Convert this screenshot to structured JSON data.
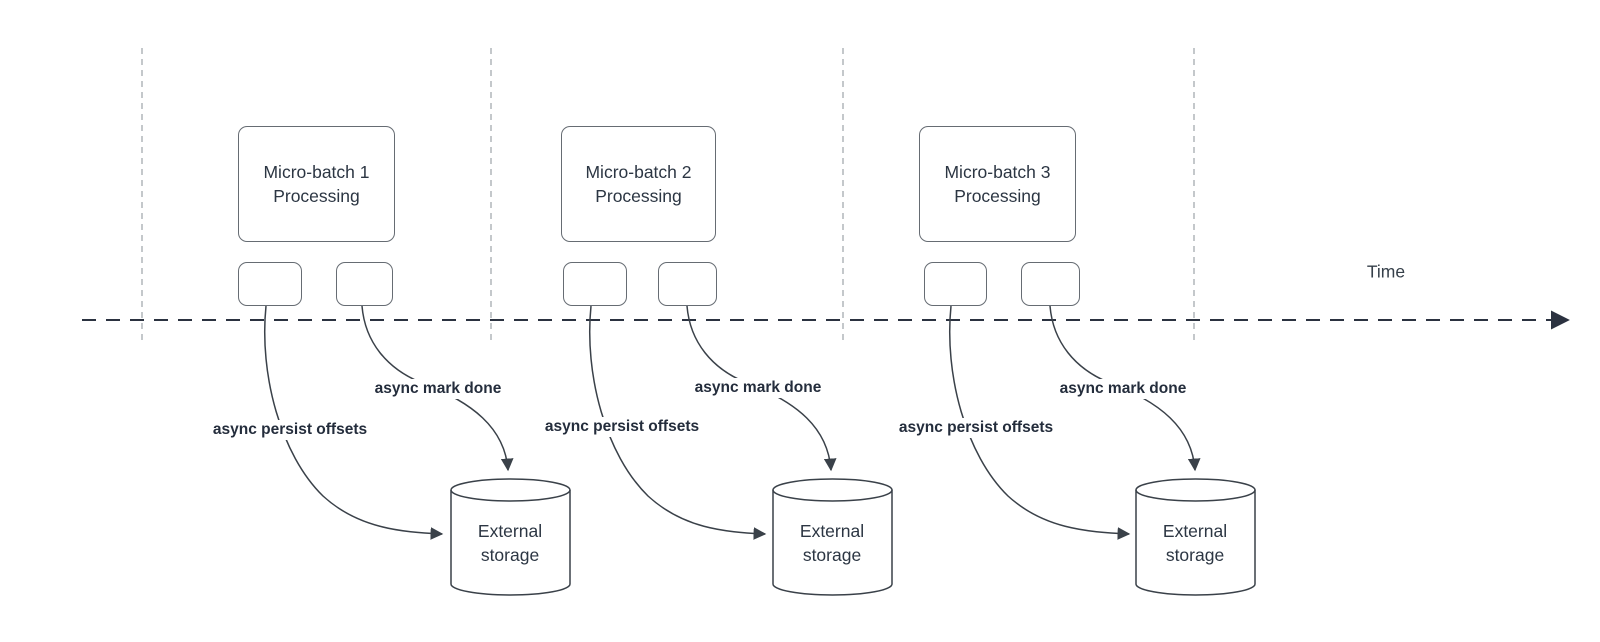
{
  "diagram": {
    "time_label": "Time",
    "sections": [
      {
        "title": "Micro-batch 1 Processing",
        "persist_label": "async persist offsets",
        "done_label": "async mark done",
        "storage_label": "External storage"
      },
      {
        "title": "Micro-batch 2 Processing",
        "persist_label": "async persist offsets",
        "done_label": "async mark done",
        "storage_label": "External storage"
      },
      {
        "title": "Micro-batch 3 Processing",
        "persist_label": "async persist offsets",
        "done_label": "async mark done",
        "storage_label": "External storage"
      }
    ],
    "colors": {
      "stroke_dark": "#3a4149",
      "timeline": "#2b3240",
      "gridline_light": "#b1b5ba",
      "shape_border": "#666c73",
      "text": "#2c3643",
      "label_text": "#242d3c",
      "background": "#ffffff"
    }
  }
}
